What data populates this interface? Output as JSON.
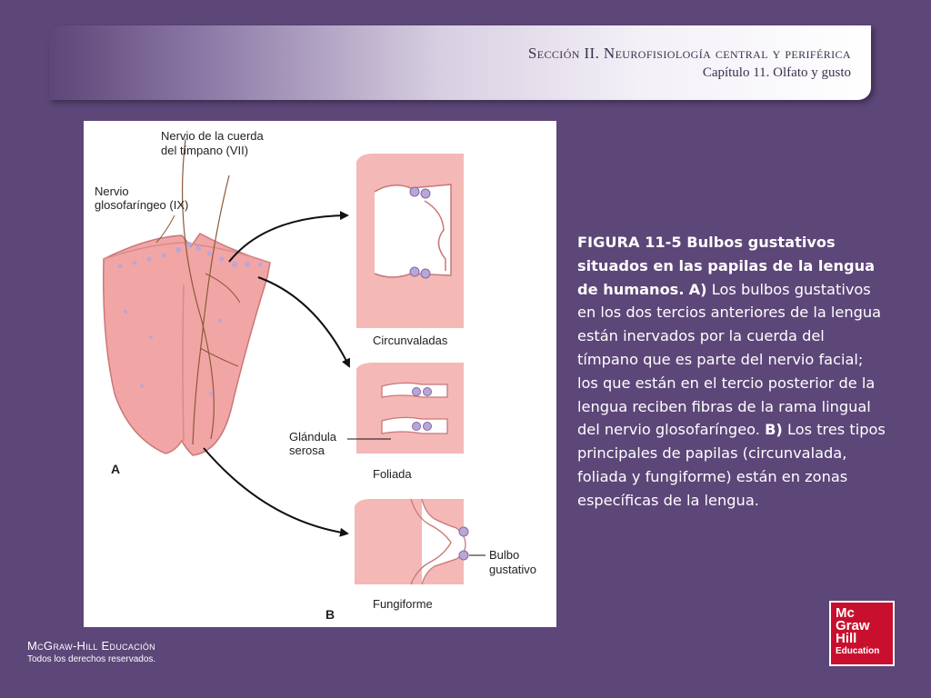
{
  "header": {
    "section": "Sección II.  Neurofisiología central y periférica",
    "chapter": "Capítulo 11. Olfato y gusto"
  },
  "figure": {
    "labels": {
      "nervio_cuerda_1": "Nervio de la cuerda",
      "nervio_cuerda_2": "del tímpano (VII)",
      "nervio_glosa_1": "Nervio",
      "nervio_glosa_2": "glosofaríngeo (IX)",
      "circunvaladas": "Circunvaladas",
      "glandula_1": "Glándula",
      "glandula_2": "serosa",
      "foliada": "Foliada",
      "bulbo_1": "Bulbo",
      "bulbo_2": "gustativo",
      "fungiforme": "Fungiforme",
      "panel_a": "A",
      "panel_b": "B"
    },
    "colors": {
      "tongue": "#f2a5a5",
      "tissue": "#f4b8b6",
      "taste_bud": "#b9a6d6"
    }
  },
  "caption": {
    "bold_part": "FIGURA 11-5 Bulbos gustativos situados en las papilas de la lengua de humanos.",
    "a_label": "A)",
    "a_text": "Los bulbos gustativos en los dos tercios anteriores de la lengua están inervados por la cuerda del tímpano que es parte del nervio facial; los que están en el tercio posterior de la lengua reciben fibras de la rama lingual del nervio glosofaríngeo.",
    "b_label": "B)",
    "b_text": "Los tres tipos principales de papilas (circunvalada, foliada y fungiforme) están en zonas específicas de la lengua."
  },
  "footer": {
    "publisher": "McGraw-Hill Educación",
    "rights": "Todos los derechos reservados."
  },
  "logo": {
    "line1": "Mc",
    "line2": "Graw",
    "line3": "Hill",
    "line4": "Education"
  },
  "theme": {
    "background": "#5d4678",
    "logo_red": "#c8102e"
  }
}
